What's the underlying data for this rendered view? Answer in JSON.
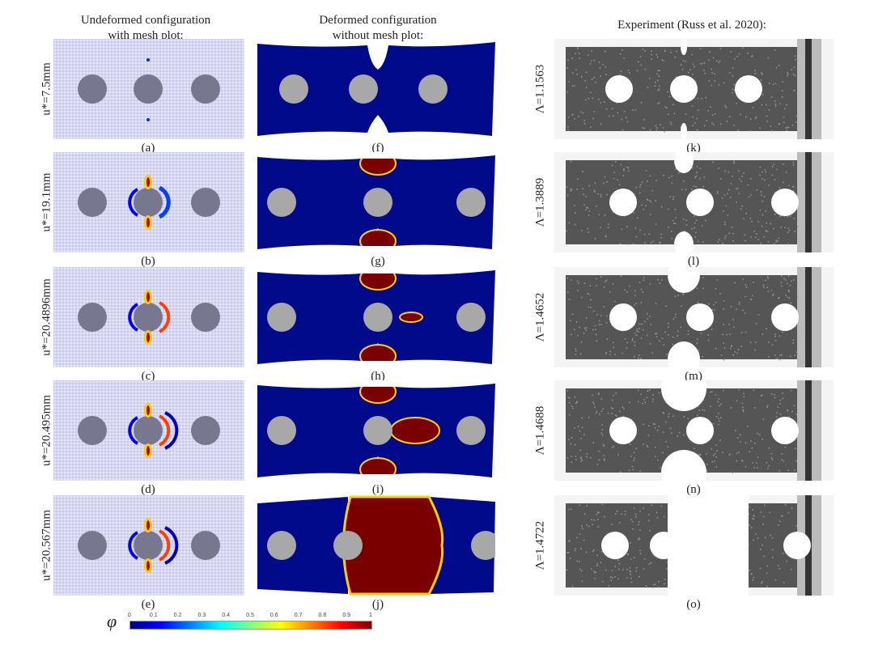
{
  "headers": {
    "col1": [
      "Undeformed configuration",
      "with mesh plot:"
    ],
    "col2": [
      "Deformed configuration",
      "without mesh plot:"
    ],
    "col3": "Experiment (Russ et al. 2020):"
  },
  "rows": [
    {
      "u": "u*=7.5mm",
      "lambda": "Λ=1.1563",
      "labels": [
        "(a)",
        "(f)",
        "(k)"
      ],
      "stage": 0
    },
    {
      "u": "u*=19.1mm",
      "lambda": "Λ=1.3889",
      "labels": [
        "(b)",
        "(g)",
        "(l)"
      ],
      "stage": 1
    },
    {
      "u": "u*=20.4896mm",
      "lambda": "Λ=1.4652",
      "labels": [
        "(c)",
        "(h)",
        "(m)"
      ],
      "stage": 2
    },
    {
      "u": "u*=20.495mm",
      "lambda": "Λ=1.4688",
      "labels": [
        "(d)",
        "(i)",
        "(n)"
      ],
      "stage": 3
    },
    {
      "u": "u*=20.567mm",
      "lambda": "Λ=1.4722",
      "labels": [
        "(e)",
        "(j)",
        "(o)"
      ],
      "stage": 4
    }
  ],
  "colorbar": {
    "symbol": "φ",
    "ticks": [
      "0",
      "0.1",
      "0.2",
      "0.3",
      "0.4",
      "0.5",
      "0.6",
      "0.7",
      "0.8",
      "0.9",
      "1"
    ],
    "colors": [
      "#00007f",
      "#0000ff",
      "#0080ff",
      "#00ffff",
      "#80ff80",
      "#ffff00",
      "#ff8000",
      "#ff0000",
      "#7f0000"
    ]
  },
  "colors": {
    "domain": "#000a8a",
    "hole": "#a8a8a8",
    "crack": "#7a0000",
    "mesh_bg": "#e6e6f6",
    "mesh_line": "#9a9ad8",
    "exp_bg": "#555555"
  }
}
